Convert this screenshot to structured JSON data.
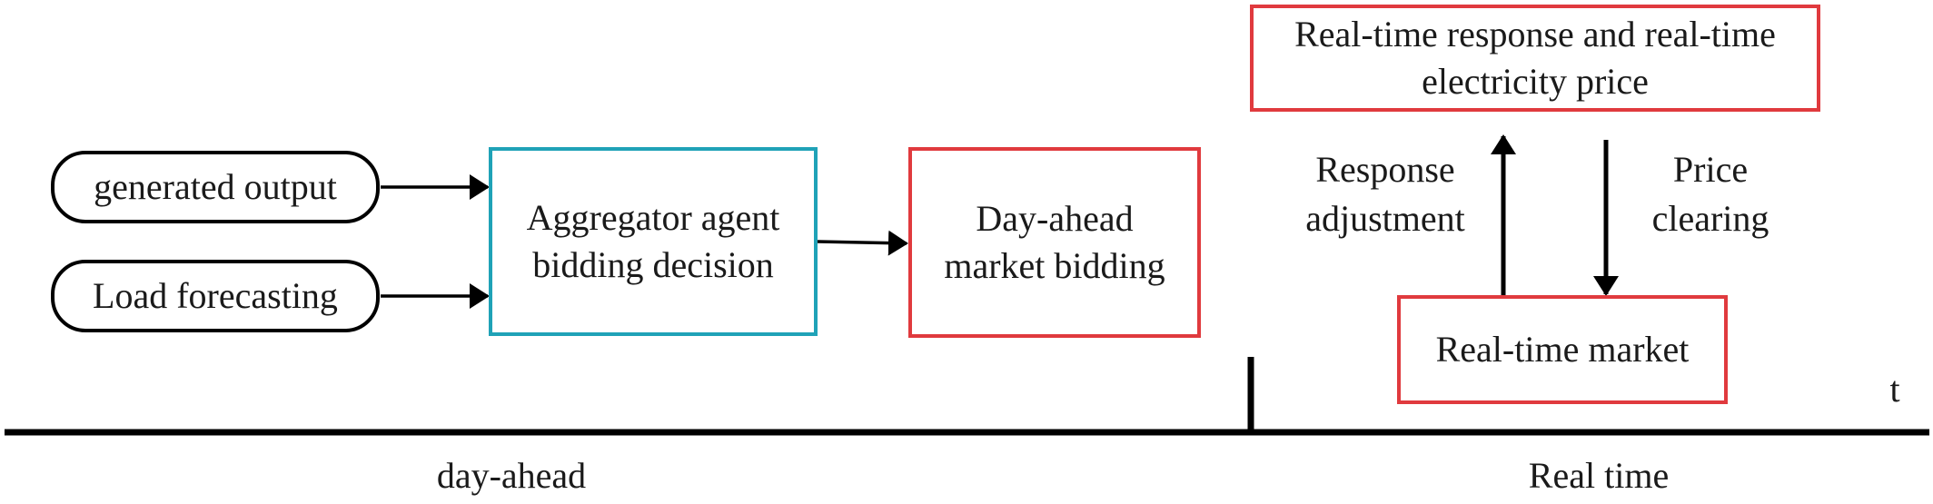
{
  "nodes": {
    "generated_output": "generated output",
    "load_forecasting": "Load forecasting",
    "aggregator": "Aggregator agent bidding decision",
    "day_ahead_bidding": "Day-ahead market bidding",
    "real_time_response": "Real-time response and real-time electricity price",
    "real_time_market": "Real-time market"
  },
  "edge_labels": {
    "response_adjustment": "Response adjustment",
    "price_clearing": "Price clearing"
  },
  "timeline": {
    "t_label": "t",
    "day_ahead_label": "day-ahead",
    "real_time_label": "Real time"
  },
  "colors": {
    "pill_border": "#000000",
    "aggregator_border": "#1fa2b7",
    "market_border": "#e03a3e",
    "line": "#000000"
  }
}
